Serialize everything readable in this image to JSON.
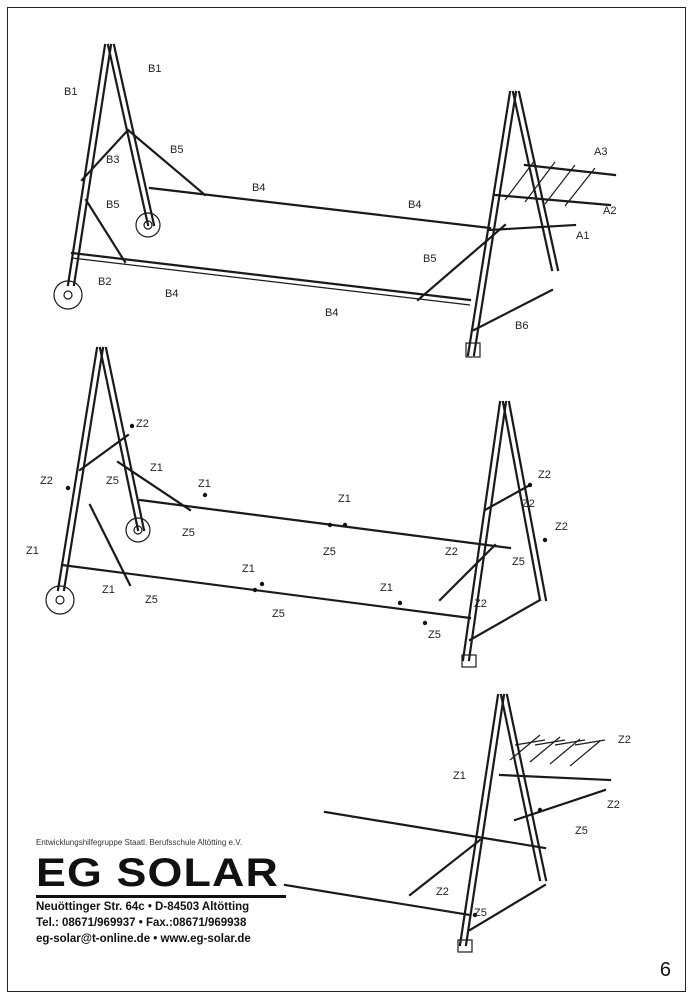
{
  "labels": {
    "top": [
      "B1",
      "B1",
      "B3",
      "B5",
      "B5",
      "B2",
      "B4",
      "B4",
      "B4",
      "B4",
      "B5",
      "B6",
      "A1",
      "A2",
      "A3"
    ],
    "middle": [
      "Z2",
      "Z2",
      "Z1",
      "Z5",
      "Z1",
      "Z5",
      "Z1",
      "Z5",
      "Z1",
      "Z1",
      "Z5",
      "Z1",
      "Z5",
      "Z1",
      "Z2",
      "Z5",
      "Z2",
      "Z2",
      "Z2",
      "Z5",
      "Z2"
    ],
    "bottom": [
      "Z2",
      "Z1",
      "Z2",
      "Z5",
      "Z2",
      "Z5"
    ]
  },
  "footer": {
    "tagline": "Entwicklungshilfegruppe Staatl. Berufsschule Altötting e.V.",
    "logo": "EG SOLAR",
    "address": "Neuöttinger Str. 64c • D-84503 Altötting",
    "phone": "Tel.: 08671/969937 • Fax.:08671/969938",
    "web": "eg-solar@t-online.de • www.eg-solar.de"
  },
  "page_number": "6"
}
